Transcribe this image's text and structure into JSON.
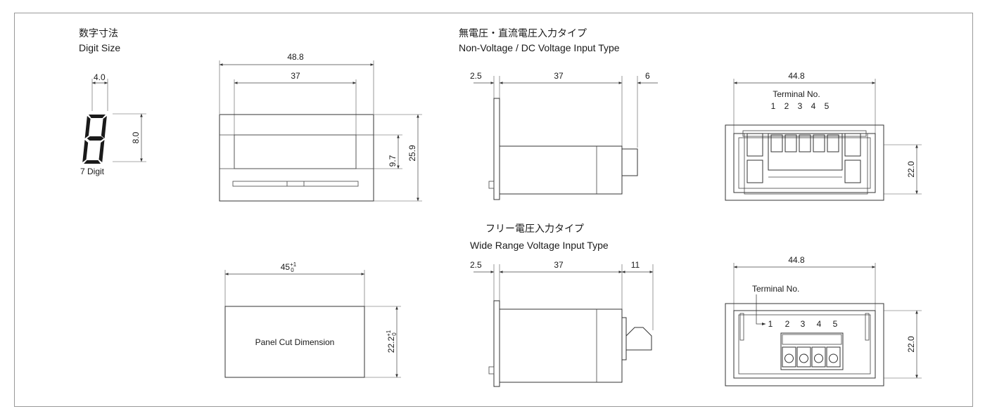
{
  "headings": {
    "digit_size_jp": "数字寸法",
    "digit_size_en": "Digit Size",
    "nonvoltage_jp": "無電圧・直流電圧入力タイプ",
    "nonvoltage_en": "Non-Voltage / DC Voltage Input Type",
    "wide_jp": "フリー電圧入力タイプ",
    "wide_en": "Wide Range Voltage Input Type"
  },
  "digit": {
    "width": "4.0",
    "height": "8.0",
    "caption": "7 Digit"
  },
  "front_view": {
    "total_width": "48.8",
    "window_width": "37",
    "window_height": "9.7",
    "total_height": "25.9"
  },
  "panel_cut": {
    "width_main": "45",
    "width_tol": "+1",
    "width_tol_low": "0",
    "height_main": "22.2",
    "height_tol": "+1",
    "height_tol_low": "0",
    "label": "Panel Cut Dimension"
  },
  "side_nonvoltage": {
    "front": "2.5",
    "body": "37",
    "rear": "6"
  },
  "side_wide": {
    "front": "2.5",
    "body": "37",
    "rear": "11"
  },
  "rear_nonvoltage": {
    "width": "44.8",
    "height": "22.0",
    "terminal_label": "Terminal No.",
    "terminals": [
      "1",
      "2",
      "3",
      "4",
      "5"
    ]
  },
  "rear_wide": {
    "width": "44.8",
    "height": "22.0",
    "terminal_label": "Terminal No.",
    "terminals": [
      "1",
      "2",
      "3",
      "4",
      "5"
    ]
  }
}
